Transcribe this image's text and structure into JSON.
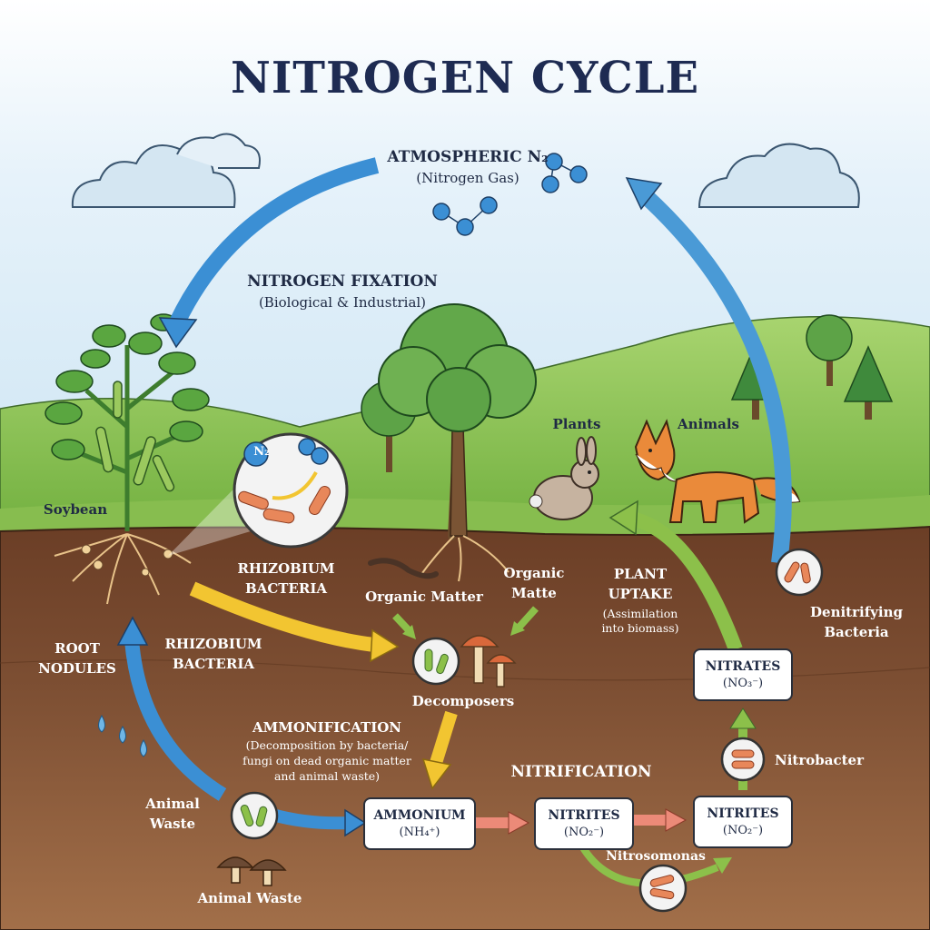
{
  "title": "NITROGEN CYCLE",
  "atmosphere": {
    "heading": "ATMOSPHERIC N₂",
    "subheading": "(Nitrogen Gas)"
  },
  "fixation": {
    "heading": "NITROGEN FIXATION",
    "subheading": "(Biological & Industrial)"
  },
  "labels": {
    "soybean": "Soybean",
    "plants": "Plants",
    "animals": "Animals",
    "root_nodules_1": "ROOT",
    "root_nodules_2": "NODULES",
    "rhizobium_upper_1": "RHIZOBIUM",
    "rhizobium_upper_2": "BACTERIA",
    "rhizobium_lower_1": "RHIZOBIUM",
    "rhizobium_lower_2": "BACTERIA",
    "organic_matter_left": "Organic Matter",
    "organic_matter_right_1": "Organic",
    "organic_matter_right_2": "Matte",
    "decomposers": "Decomposers",
    "plant_uptake_1": "PLANT",
    "plant_uptake_2": "UPTAKE",
    "plant_uptake_note_1": "(Assimilation",
    "plant_uptake_note_2": "into biomass)",
    "denitrifying_1": "Denitrifying",
    "denitrifying_2": "Bacteria",
    "nitrobacter": "Nitrobacter",
    "nitrosomonas": "Nitrosomonas",
    "animal_waste_upper_1": "Animal",
    "animal_waste_upper_2": "Waste",
    "animal_waste_lower": "Animal Waste",
    "nitrification": "NITRIFICATION",
    "ammonification": "AMMONIFICATION",
    "ammonification_note_1": "(Decomposition by bacteria/",
    "ammonification_note_2": "fungi on dead organic matter",
    "ammonification_note_3": "and animal waste)",
    "n2_badge": "N₂"
  },
  "boxes": {
    "ammonium": {
      "name": "AMMONIUM",
      "formula": "(NH₄⁺)"
    },
    "nitrites_1": {
      "name": "NITRITES",
      "formula": "(NO₂⁻)"
    },
    "nitrites_2": {
      "name": "NITRITES",
      "formula": "(NO₂⁻)"
    },
    "nitrates": {
      "name": "NITRATES",
      "formula": "(NO₃⁻)"
    }
  },
  "colors": {
    "fixation_arrow": "#3b8fd4",
    "denitrification_arrow": "#4a9ad6",
    "uptake_arrow": "#8cc04a",
    "decomposition_arrow": "#f2c531",
    "nitrification_arrow": "#ec8a78",
    "soil": "#7a4a2e",
    "grass": "#8dc254",
    "sky": "#d9ecf7"
  }
}
